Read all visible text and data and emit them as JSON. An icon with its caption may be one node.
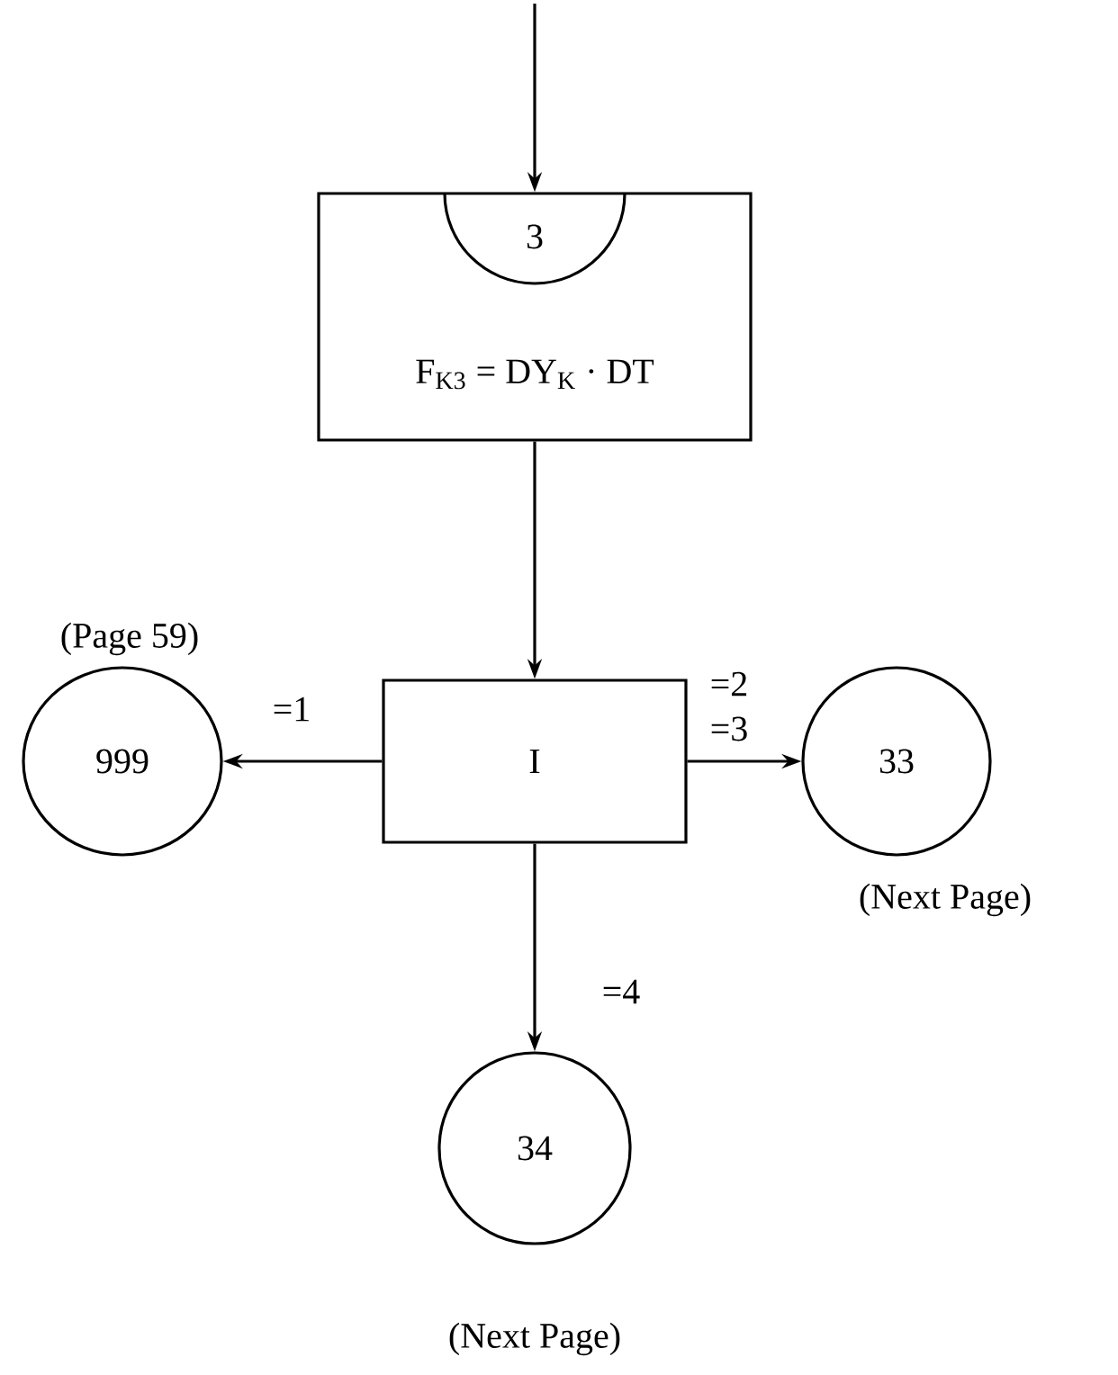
{
  "diagram": {
    "nodes": [
      {
        "text": [
          "F$_{K3}$ = DY$_{K}$ · DT"
        ]
      },
      {
        "text": [
          "3"
        ],
        "in": 0
      },
      {
        "text": [
          "I"
        ]
      },
      {
        "text": [
          "999"
        ],
        "beside": [
          "(Page 59)"
        ]
      },
      {
        "text": [
          "33"
        ],
        "beside": [
          "(Next Page)"
        ]
      },
      {
        "text": [
          "34"
        ],
        "beside": [
          "(Next Page)"
        ]
      }
    ],
    "edges": [
      {
        "from": null,
        "to": 0,
        "arrow": "to"
      },
      {
        "from": 0,
        "to": 2,
        "arrow": "to"
      },
      {
        "from": 2,
        "to": 3,
        "arrow": "to",
        "label": "=1"
      },
      {
        "from": 2,
        "to": 4,
        "arrow": "to",
        "label": "=3"
      },
      {
        "from": 2,
        "to": 5,
        "arrow": "to",
        "label": "=4"
      }
    ],
    "labels": [
      "=2"
    ]
  }
}
